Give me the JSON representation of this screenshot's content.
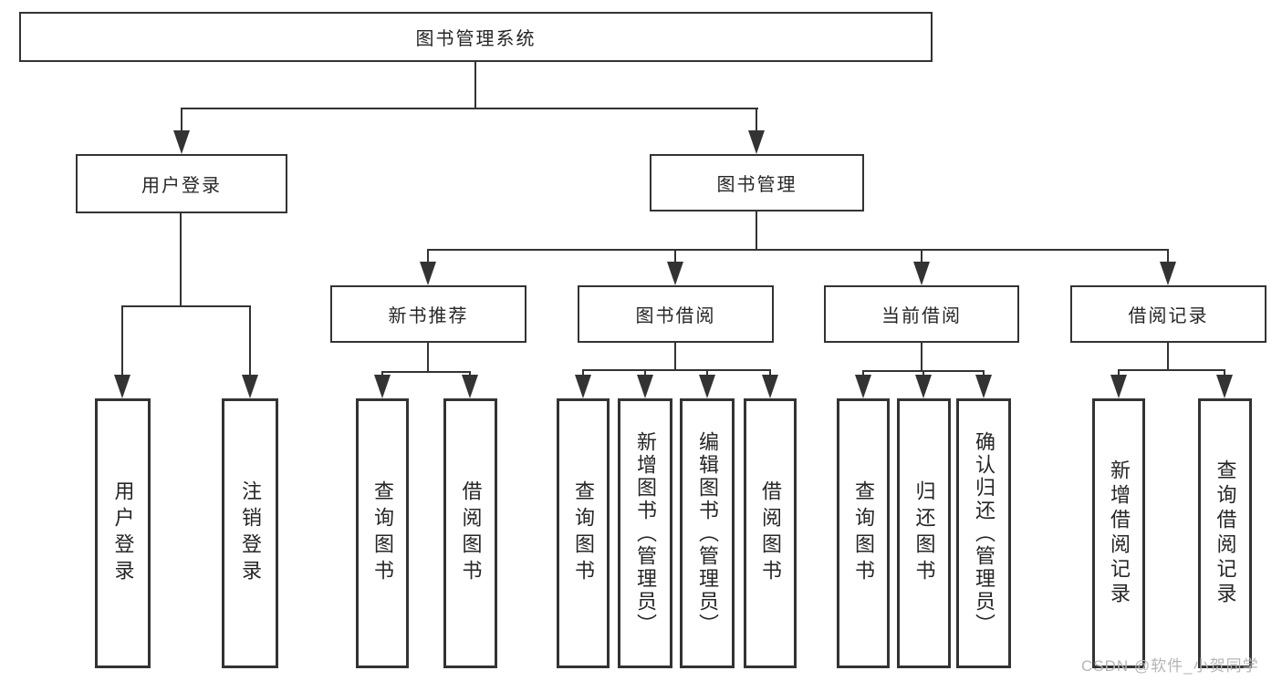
{
  "tree": {
    "root": {
      "label": "图书管理系统"
    },
    "branches": [
      {
        "label": "用户登录",
        "children": [
          {
            "label": "用户登录"
          },
          {
            "label": "注销登录"
          }
        ]
      },
      {
        "label": "图书管理",
        "children": [
          {
            "label": "新书推荐",
            "children": [
              {
                "label": "查询图书"
              },
              {
                "label": "借阅图书"
              }
            ]
          },
          {
            "label": "图书借阅",
            "children": [
              {
                "label": "查询图书"
              },
              {
                "label": "新增图书（管理员）"
              },
              {
                "label": "编辑图书（管理员）"
              },
              {
                "label": "借阅图书"
              }
            ]
          },
          {
            "label": "当前借阅",
            "children": [
              {
                "label": "查询图书"
              },
              {
                "label": "归还图书"
              },
              {
                "label": "确认归还（管理员）"
              }
            ]
          },
          {
            "label": "借阅记录",
            "children": [
              {
                "label": "新增借阅记录"
              },
              {
                "label": "查询借阅记录"
              }
            ]
          }
        ]
      }
    ]
  },
  "watermark": {
    "text": "CSDN @软件_小贺同学"
  },
  "colors": {
    "line": "#333333",
    "text": "#262626",
    "watermark": "#b5b5b5",
    "background": "#ffffff"
  }
}
